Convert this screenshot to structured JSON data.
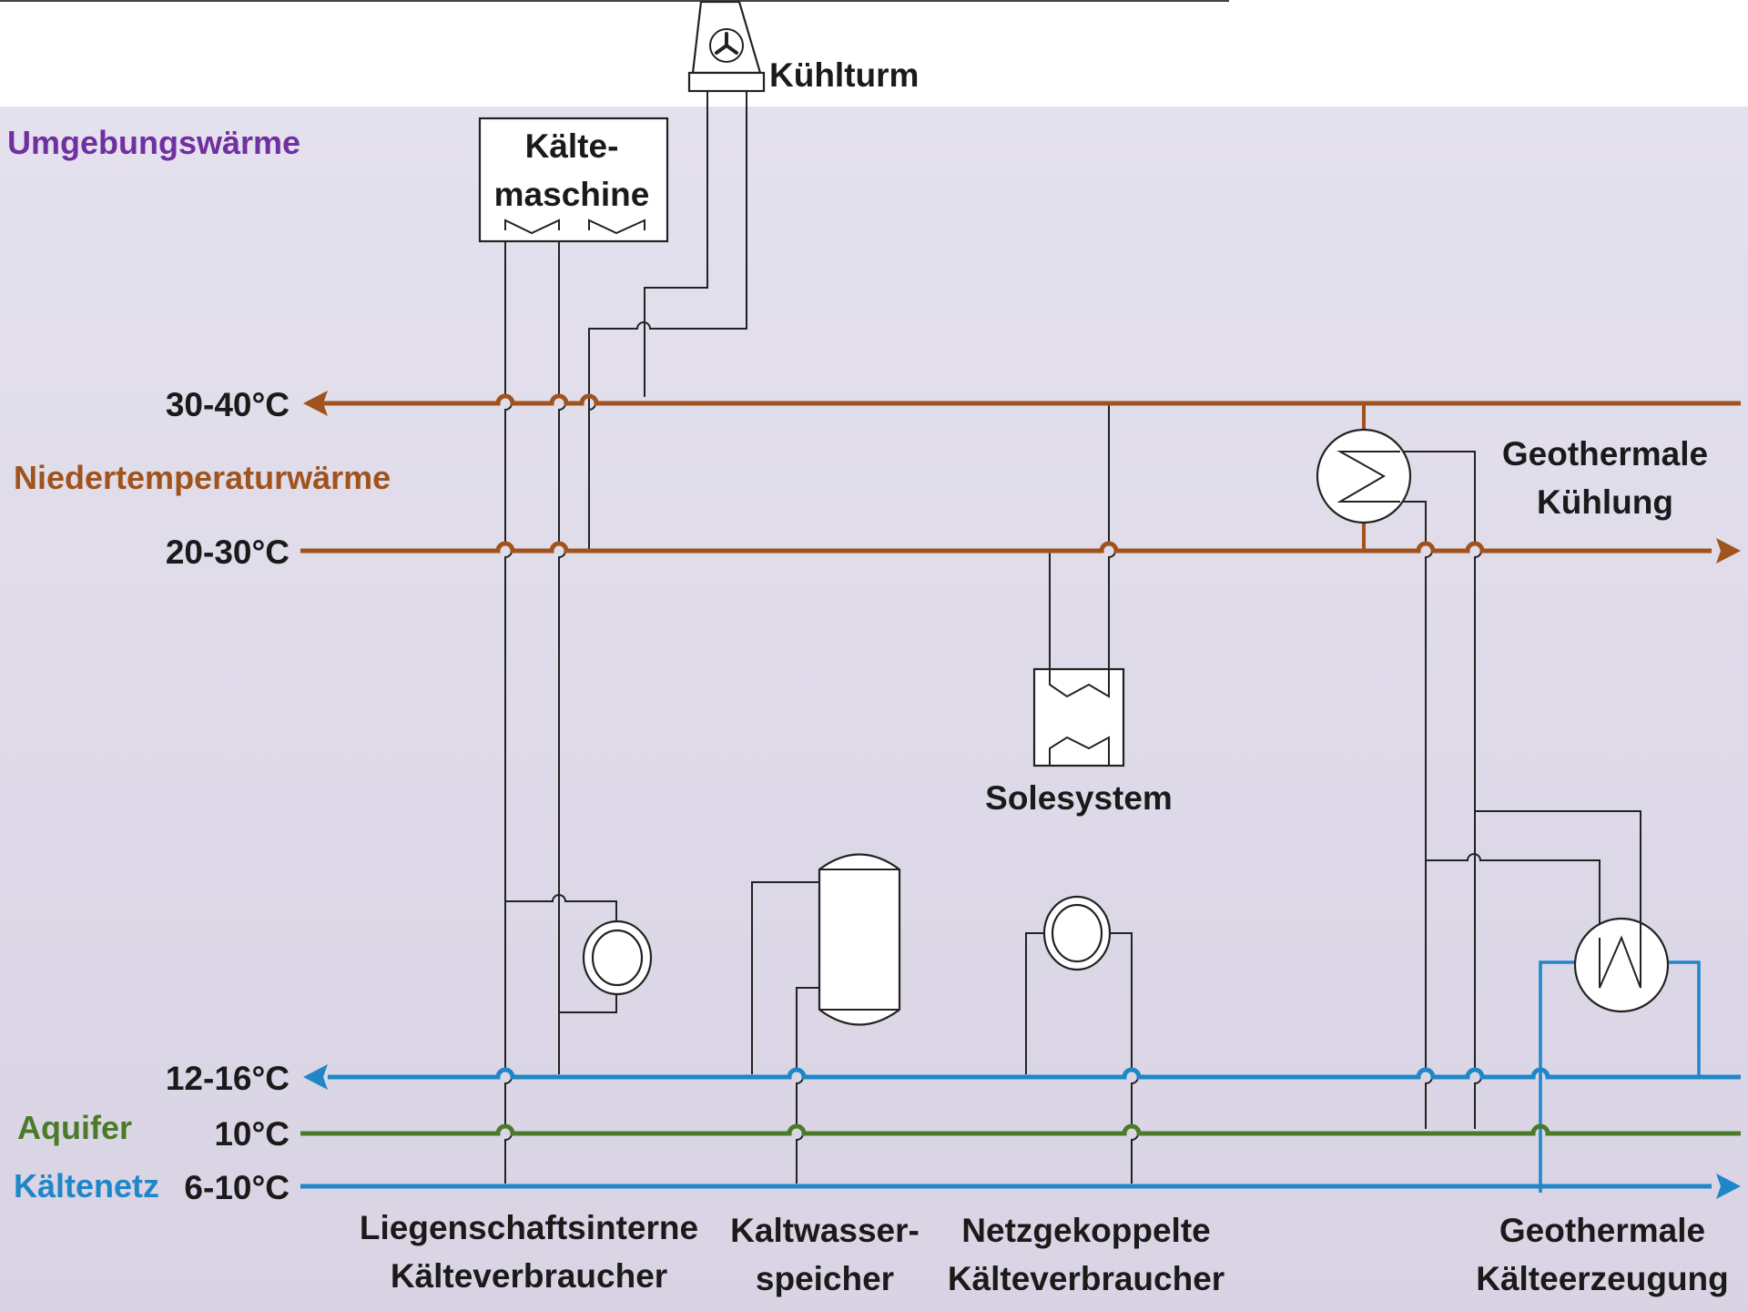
{
  "labels": {
    "cooling_tower": "Kühlturm",
    "chiller_line1": "Kälte-",
    "chiller_line2": "maschine",
    "ambient_heat": "Umgebungswärme",
    "low_temp_heat": "Niedertemperaturwärme",
    "aquifer": "Aquifer",
    "cold_network": "Kältenetz",
    "geo_cooling_line1": "Geothermale",
    "geo_cooling_line2": "Kühlung",
    "brine_system": "Solesystem",
    "internal_consumers_line1": "Liegenschaftsinterne",
    "internal_consumers_line2": "Kälteverbraucher",
    "cold_storage_line1": "Kaltwasser-",
    "cold_storage_line2": "speicher",
    "network_consumers_line1": "Netzgekoppelte",
    "network_consumers_line2": "Kälteverbraucher",
    "geo_generation_line1": "Geothermale",
    "geo_generation_line2": "Kälteerzeugung"
  },
  "temperatures": {
    "t30_40": "30-40°C",
    "t20_30": "20-30°C",
    "t12_16": "12-16°C",
    "t10": "10°C",
    "t6_10": "6-10°C"
  },
  "colors": {
    "heat_lines": "#a0531c",
    "aquifer_line": "#4a7a2a",
    "cold_lines": "#1f86c8",
    "ambient_label": "#7030a0",
    "background": "#e2deeb"
  }
}
